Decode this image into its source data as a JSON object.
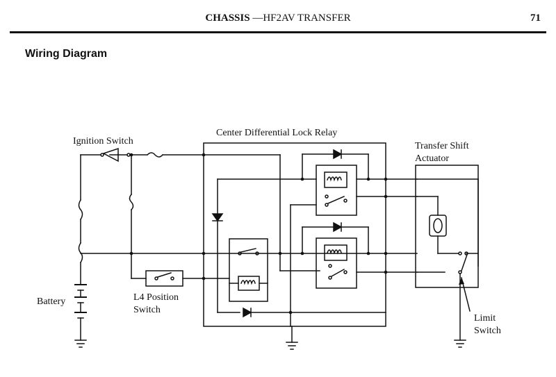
{
  "header": {
    "title_bold": "CHASSIS",
    "title_rest": " —HF2AV TRANSFER",
    "page_number": "71"
  },
  "section_heading": "Wiring Diagram",
  "diagram": {
    "labels": {
      "ignition_switch": "Ignition Switch",
      "relay_box": "Center Differential Lock Relay",
      "actuator_line1": "Transfer Shift",
      "actuator_line2": "Actuator",
      "battery": "Battery",
      "l4_line1": "L4 Position",
      "l4_line2": "Switch",
      "limit_line1": "Limit",
      "limit_line2": "Switch"
    }
  }
}
